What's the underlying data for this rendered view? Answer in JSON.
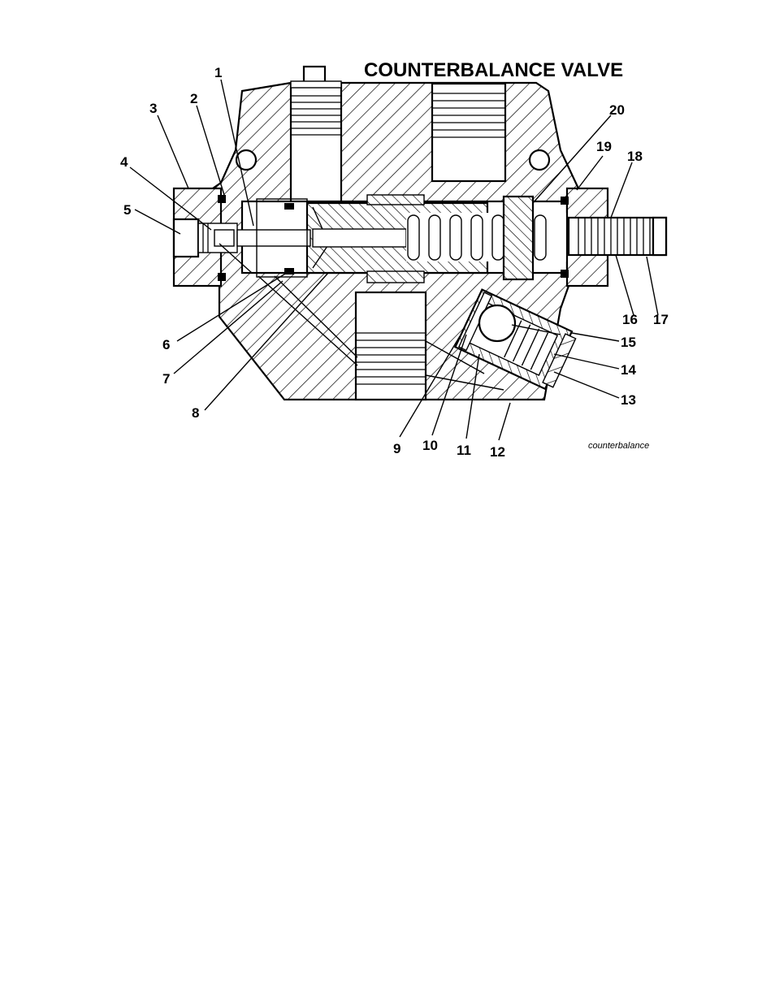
{
  "title": "COUNTERBALANCE VALVE",
  "caption": "counterbalance",
  "callouts": {
    "c1": "1",
    "c2": "2",
    "c3": "3",
    "c4": "4",
    "c5": "5",
    "c6": "6",
    "c7": "7",
    "c8": "8",
    "c9": "9",
    "c10": "10",
    "c11": "11",
    "c12": "12",
    "c13": "13",
    "c14": "14",
    "c15": "15",
    "c16": "16",
    "c17": "17",
    "c18": "18",
    "c19": "19",
    "c20": "20"
  },
  "colors": {
    "ink": "#000000",
    "paper": "#ffffff"
  }
}
